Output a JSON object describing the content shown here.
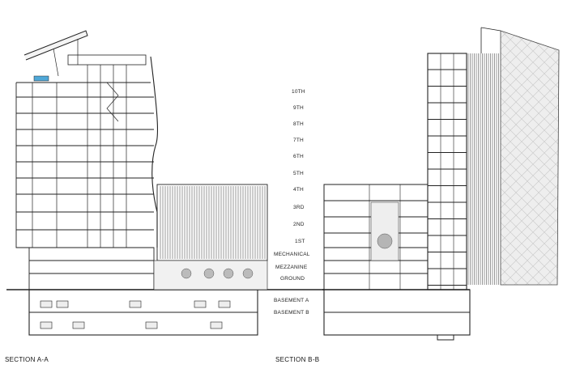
{
  "sections": {
    "a": {
      "title": "SECTION A-A"
    },
    "b": {
      "title": "SECTION B-B"
    }
  },
  "levels": [
    "10TH",
    "9TH",
    "8TH",
    "7TH",
    "6TH",
    "5TH",
    "4TH",
    "3RD",
    "2ND",
    "1ST",
    "MECHANICAL",
    "MEZZANINE",
    "GROUND",
    "BASEMENT A",
    "BASEMENT B"
  ]
}
